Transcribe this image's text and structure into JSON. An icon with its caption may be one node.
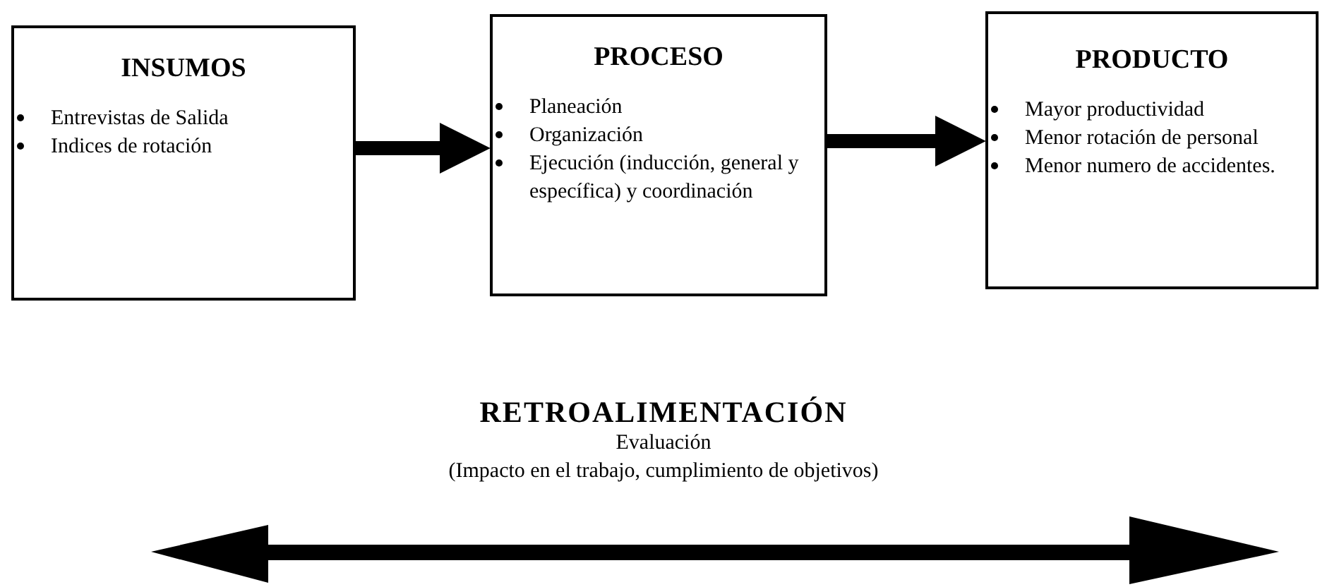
{
  "diagram": {
    "nodes": [
      {
        "text": [
          "INSUMOS",
          "Entrevistas de Salida",
          "Indices de rotación"
        ]
      },
      {
        "text": [
          "PROCESO",
          "Planeación",
          "Organización",
          "Ejecución (inducción, general y específica) y coordinación"
        ]
      },
      {
        "text": [
          "PRODUCTO",
          "Mayor productividad",
          "Menor rotación de personal",
          "Menor numero de accidentes."
        ]
      }
    ],
    "edges": [
      {
        "from": 0,
        "to": 1,
        "arrow": "to"
      },
      {
        "from": 1,
        "to": 2,
        "arrow": "to"
      }
    ],
    "labels": [
      "RETROALIMENTACIÓN",
      "Evaluación",
      "(Impacto en el trabajo, cumplimiento de objetivos)"
    ]
  }
}
